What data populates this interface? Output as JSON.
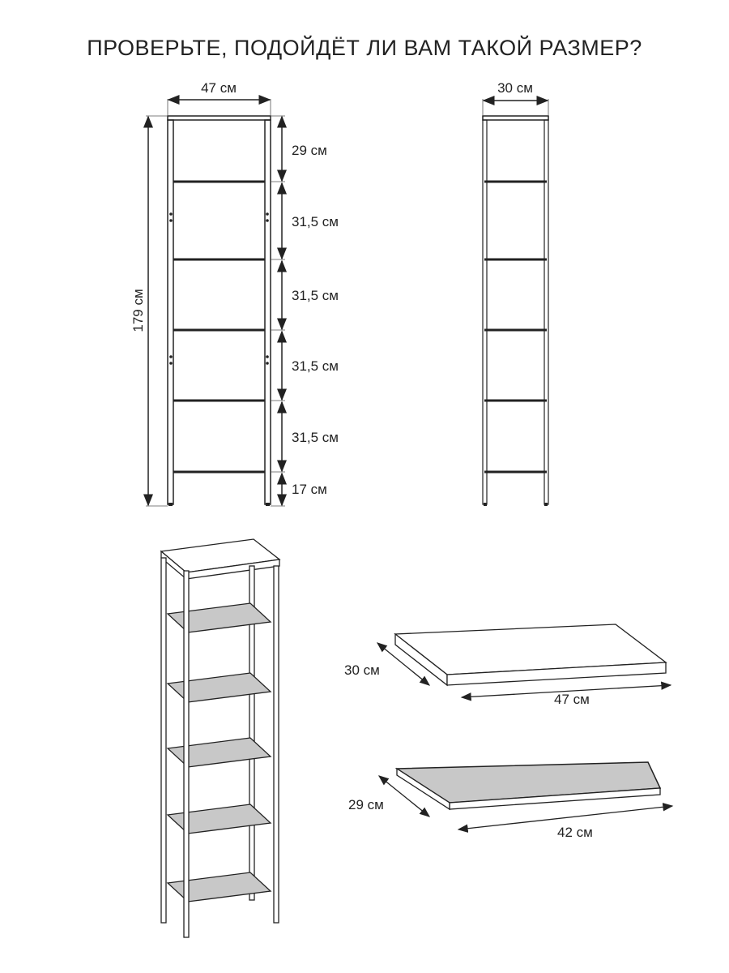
{
  "title": "ПРОВЕРЬТЕ, ПОДОЙДЁТ ЛИ ВАМ ТАКОЙ РАЗМЕР?",
  "front_view": {
    "width": "47 см",
    "height": "179 см",
    "gaps": [
      "29 см",
      "31,5 см",
      "31,5 см",
      "31,5 см",
      "31,5 см",
      "17 см"
    ]
  },
  "side_view": {
    "depth": "30 см"
  },
  "top_panel": {
    "depth": "30 см",
    "width": "47 см"
  },
  "mesh_shelf": {
    "depth": "29 см",
    "width": "42 см"
  },
  "colors": {
    "line": "#222222",
    "mesh": "#c8c8c8"
  }
}
